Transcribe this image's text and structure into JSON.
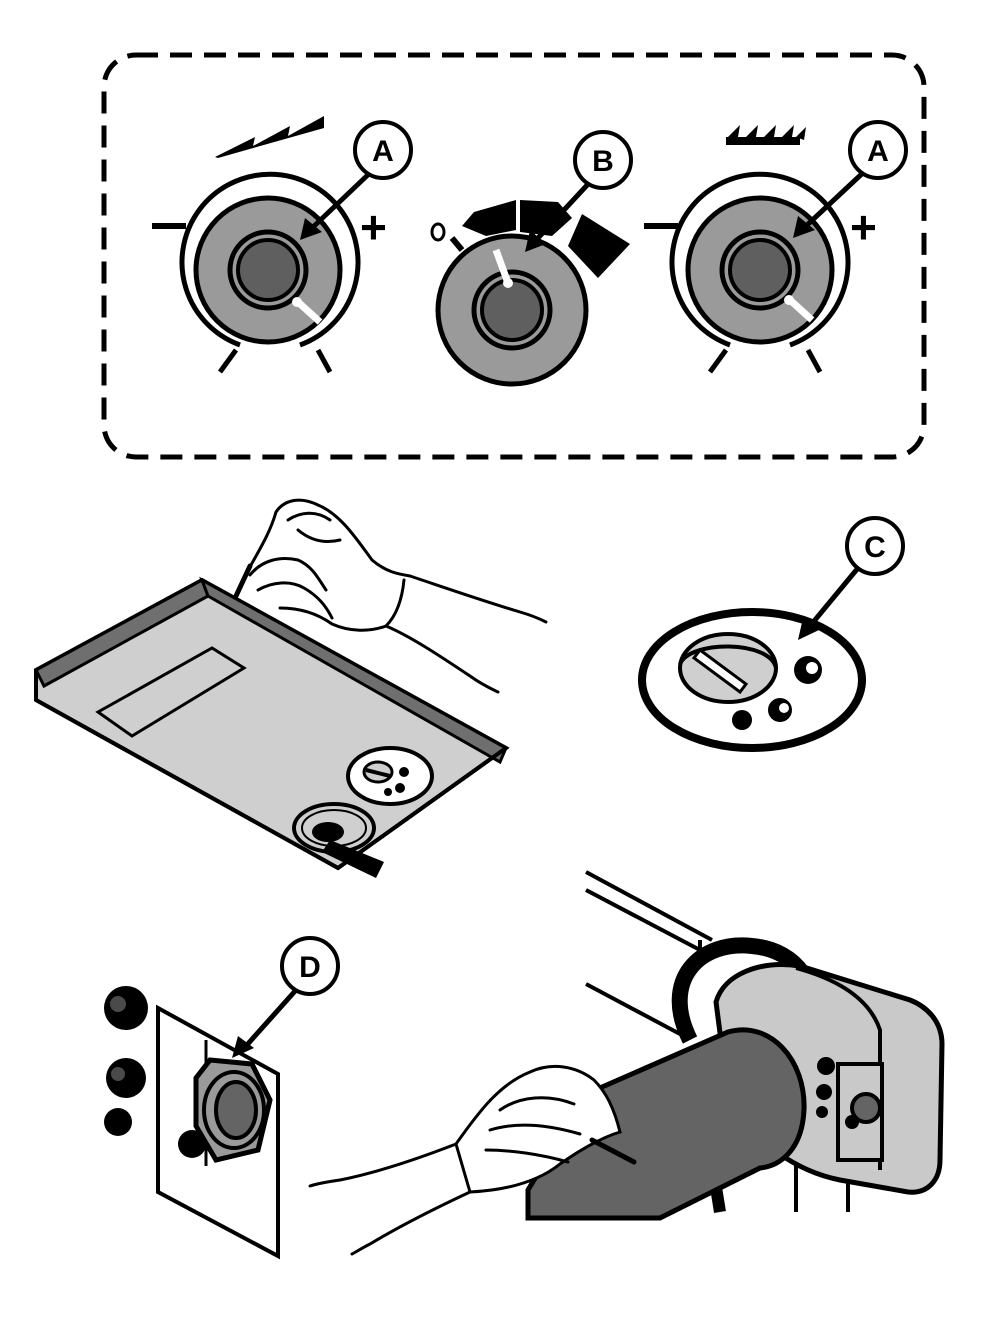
{
  "colors": {
    "knob_face": "#9a9a9a",
    "knob_center": "#5f5f5f",
    "panel_gray": "#cfcfcf",
    "sleeve_dark": "#646464",
    "motor_housing": "#c9c9c9",
    "outline": "#000000"
  },
  "callouts": {
    "knob_a_left": "A",
    "knob_b": "B",
    "knob_a_right": "A",
    "valve_c": "C",
    "nut_d": "D"
  },
  "dials": {
    "minus_sign": "−",
    "plus_sign": "+",
    "zero_mark": "0"
  },
  "icons": {
    "left_symbol": "coarse-sawtooth-icon",
    "right_symbol": "fine-sawtooth-icon"
  }
}
